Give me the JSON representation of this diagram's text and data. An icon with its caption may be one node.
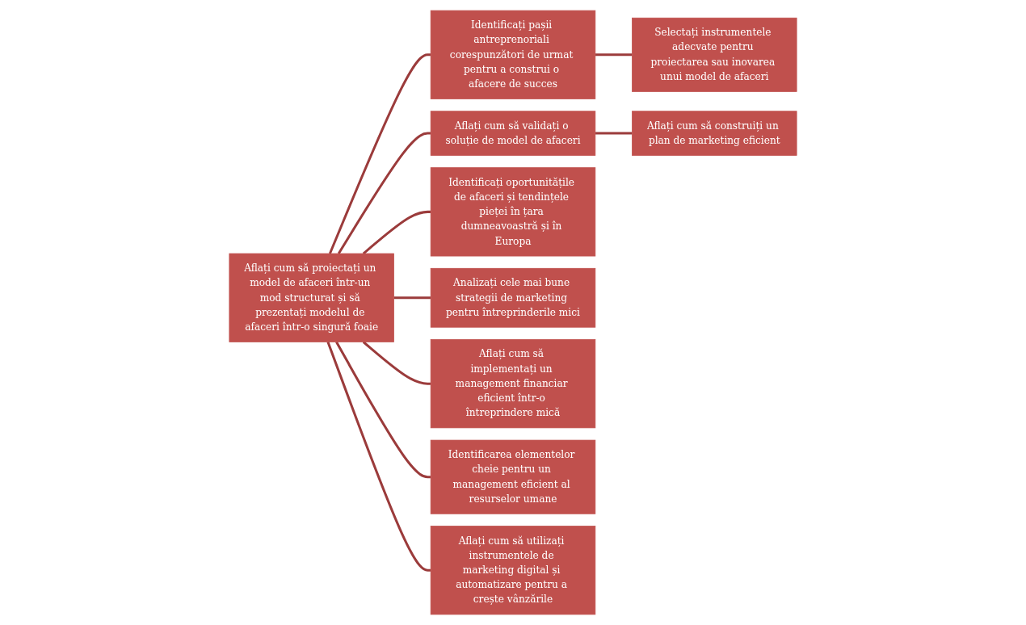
{
  "diagram": {
    "nodes": [
      {
        "text": [
          "Aflați cum să proiectați un model de afaceri într-un mod structurat și să prezentați modelul de afaceri într-o singură foaie"
        ]
      },
      {
        "text": [
          "Identificați pașii antreprenoriali corespunzători de urmat pentru a construi o afacere de succes"
        ]
      },
      {
        "text": [
          "Selectați instrumentele adecvate pentru proiectarea sau inovarea unui model de afaceri"
        ]
      },
      {
        "text": [
          "Aflați cum să validați o soluție de model de afaceri"
        ]
      },
      {
        "text": [
          "Aflați cum să construiți un plan de marketing eficient"
        ]
      },
      {
        "text": [
          "Identificați oportunitățile de afaceri și tendințele pieței în țara dumneavoastră și în Europa"
        ]
      },
      {
        "text": [
          "Analizați cele mai bune strategii de marketing pentru întreprinderile mici"
        ]
      },
      {
        "text": [
          "Aflați cum să implementați un management financiar eficient într-o întreprindere mică"
        ]
      },
      {
        "text": [
          "Identificarea elementelor cheie pentru un management eficient al resurselor umane"
        ]
      },
      {
        "text": [
          "Aflați cum să utilizați instrumentele de marketing digital și automatizare pentru a crește vânzările"
        ]
      }
    ],
    "edges": [
      {
        "from": 0,
        "to": 1,
        "arrow": "none"
      },
      {
        "from": 0,
        "to": 3,
        "arrow": "none"
      },
      {
        "from": 1,
        "to": 2,
        "arrow": "none"
      },
      {
        "from": 3,
        "to": 4,
        "arrow": "none"
      },
      {
        "from": 0,
        "to": 5,
        "arrow": "none"
      },
      {
        "from": 0,
        "to": 6,
        "arrow": "none"
      },
      {
        "from": 0,
        "to": 7,
        "arrow": "none"
      },
      {
        "from": 0,
        "to": 8,
        "arrow": "none"
      },
      {
        "from": 0,
        "to": 9,
        "arrow": "none"
      }
    ]
  }
}
